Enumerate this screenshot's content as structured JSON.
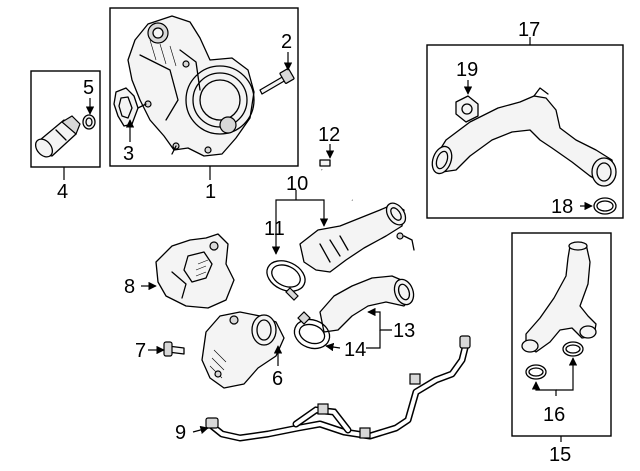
{
  "callouts": {
    "c1": "1",
    "c2": "2",
    "c3": "3",
    "c4": "4",
    "c5": "5",
    "c6": "6",
    "c7": "7",
    "c8": "8",
    "c9": "9",
    "c10": "10",
    "c11": "11",
    "c12": "12",
    "c13": "13",
    "c14": "14",
    "c15": "15",
    "c16": "16",
    "c17": "17",
    "c18": "18",
    "c19": "19"
  },
  "colors": {
    "ink": "#000000",
    "background": "#ffffff"
  }
}
